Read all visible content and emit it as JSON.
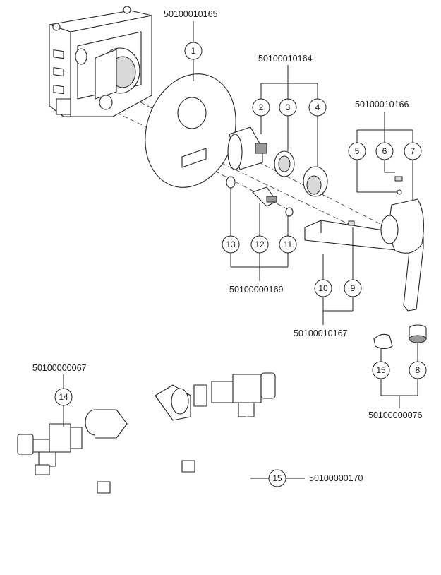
{
  "callouts": [
    {
      "num": "1"
    },
    {
      "num": "2"
    },
    {
      "num": "3"
    },
    {
      "num": "4"
    },
    {
      "num": "5"
    },
    {
      "num": "6"
    },
    {
      "num": "7"
    },
    {
      "num": "13"
    },
    {
      "num": "12"
    },
    {
      "num": "11"
    },
    {
      "num": "10"
    },
    {
      "num": "9"
    },
    {
      "num": "15"
    },
    {
      "num": "8"
    },
    {
      "num": "14"
    },
    {
      "num": "15"
    }
  ],
  "part_codes": {
    "p1": "50100010165",
    "p2_3_4": "50100010164",
    "p5_6_7": "50100010166",
    "p11_12_13": "50100000169",
    "p9_10": "50100010167",
    "p8_15": "50100000076",
    "p14": "50100000067",
    "p15_hose": "50100000170"
  }
}
